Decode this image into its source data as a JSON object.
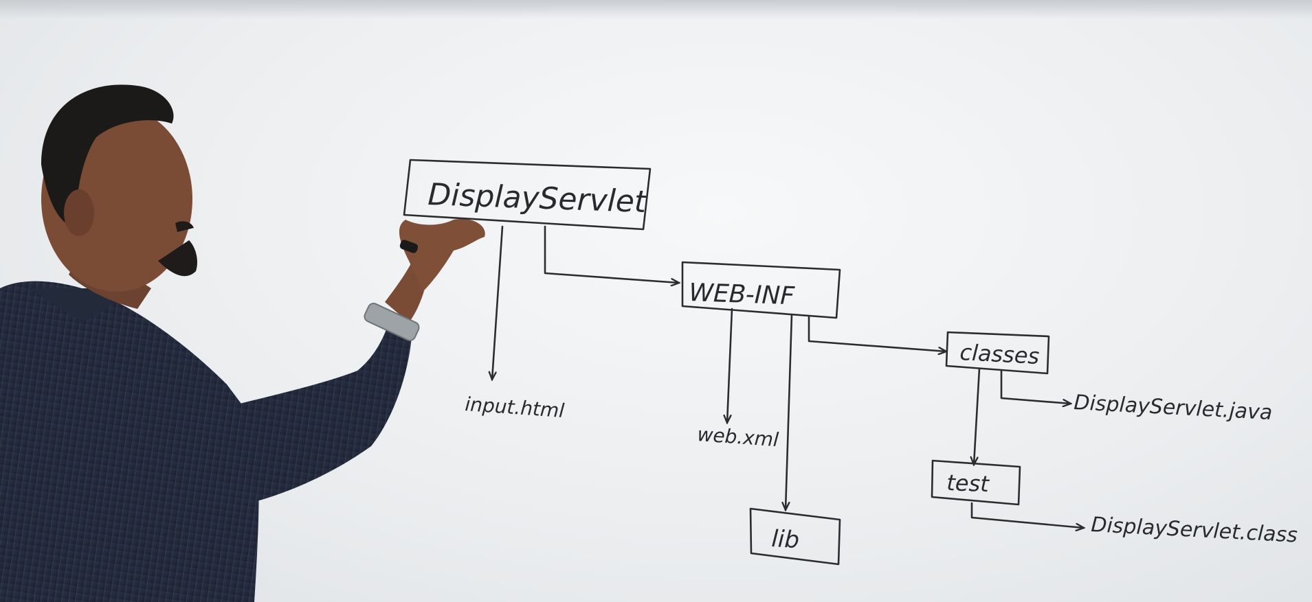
{
  "diagram": {
    "root": "DisplayServlet",
    "webinf": "WEB-INF",
    "input_file": "input.html",
    "web_xml": "web.xml",
    "lib": "lib",
    "classes": "classes",
    "java_file": "DisplayServlet.java",
    "test": "test",
    "class_file": "DisplayServlet.class"
  }
}
